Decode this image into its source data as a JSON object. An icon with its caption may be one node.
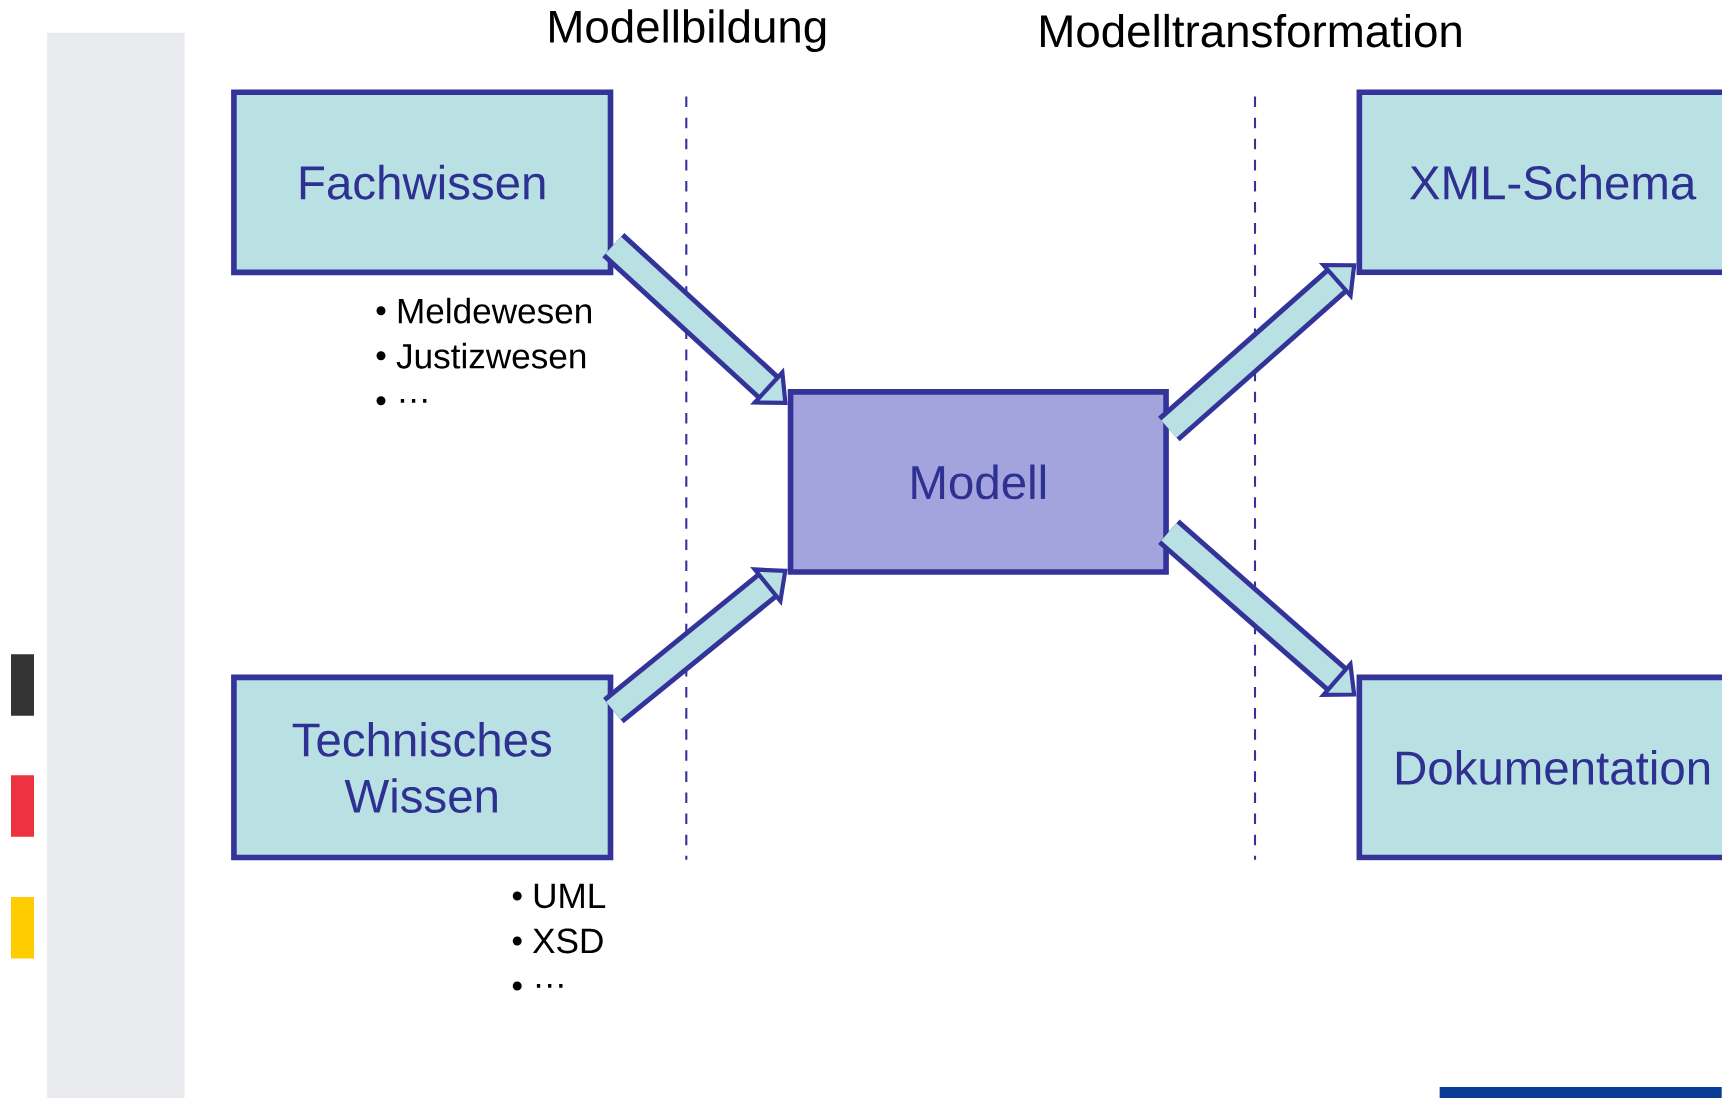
{
  "diagram": {
    "nodes": [
      {
        "text": [
          "Fachwissen"
        ],
        "beside": [
          "Meldewesen",
          "Justizwesen",
          "…"
        ]
      },
      {
        "text": [
          "Technisches Wissen"
        ],
        "beside": [
          "UML",
          "XSD",
          "…"
        ]
      },
      {
        "text": [
          "Modell"
        ]
      },
      {
        "text": [
          "XML-Schema"
        ]
      },
      {
        "text": [
          "Dokumentation"
        ]
      }
    ],
    "edges": [
      {
        "from": 0,
        "to": 2,
        "arrow": "to"
      },
      {
        "from": 1,
        "to": 2,
        "arrow": "to"
      },
      {
        "from": 2,
        "to": 3,
        "arrow": "to"
      },
      {
        "from": 2,
        "to": 4,
        "arrow": "to"
      }
    ],
    "labels": [
      "Modellbildung",
      "Modelltransformation"
    ]
  }
}
